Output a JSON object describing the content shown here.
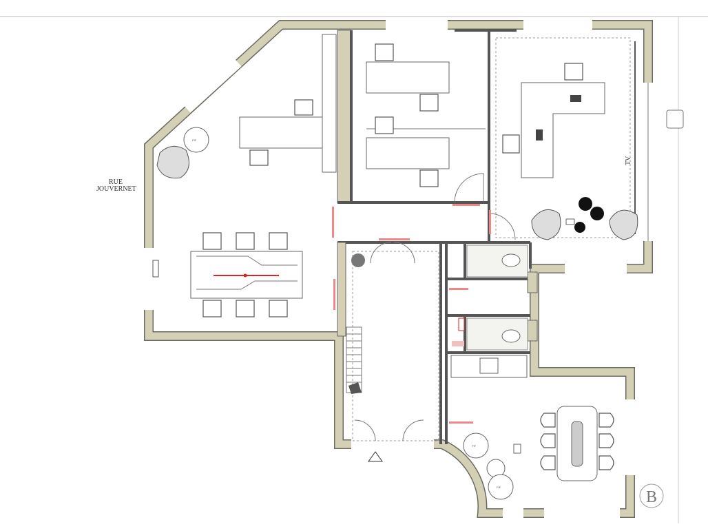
{
  "plan": {
    "street_label_line1": "RUE",
    "street_label_line2": "JOUVERNET",
    "tv_label": "TV",
    "round_table_label": "PIF",
    "logo_letter": "B"
  },
  "colors": {
    "wall_fill": "#d4d0b6",
    "wall_outline": "#6b6a60",
    "accent_red": "#d22222"
  }
}
